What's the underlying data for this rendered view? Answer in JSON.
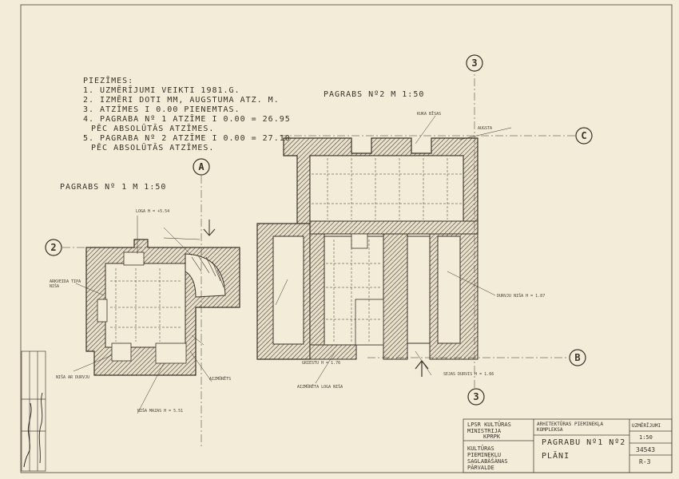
{
  "notes": {
    "heading": "PIEZĪMES:",
    "lines": [
      "1. UZMĒRĪJUMI VEIKTI 1981.G.",
      "2. IZMĒRI DOTI MM, AUGSTUMA ATZ. M.",
      "3. ATZĪMES I 0.00 PIENEMTAS.",
      "4. PAGRABA Nº 1 ATZĪME I 0.00 = 26.95",
      "PĒC ABSOLŪTĀS ATZĪMES.",
      "5. PAGRABA Nº 2 ATZĪME I 0.00 = 27.10",
      "PĒC ABSOLŪTĀS ATZĪMES."
    ]
  },
  "plans": {
    "plan1_title": "PAGRABS Nº 1  M 1:50",
    "plan2_title": "PAGRABS Nº2  M 1:50"
  },
  "axes": {
    "a": "A",
    "b": "B",
    "c": "C",
    "two": "2",
    "three": "3"
  },
  "labels": {
    "loga": "LOGA H = +5.54",
    "arkveida": "ARKVEIDA TIPA NIŠA",
    "nisa_ar_durvju": "NIŠA AR DURVJU",
    "durvju_nisa": "DURVJU NIŠA H = 1.87",
    "aizmurets": "AIZMŪRĒTS",
    "kuka": "KUKA BĪSAS",
    "augsta": "AUGSTA",
    "griestu": "GRIESTU H = 1.76",
    "sejas": "SEJAS DURVIS H = 1.66",
    "aizmurets_loga": "AIZMŪRĒTA LOGA NIŠA",
    "mazas": "NIŠA MAZAS H = 5.51"
  },
  "titleblock": {
    "org1": "LPSR KULTŪRAS MINISTRIJA",
    "org2": "KPRPK",
    "org3": "KULTŪRAS PIEMINEKĻU SAGLABĀŠANAS PĀRVALDE",
    "project": "ARHITEKTŪRAS PIEMINEKĻA KOMPLEKSA",
    "drawing_title": "PAGRABU Nº1 Nº2",
    "drawing_sub": "PLĀNI",
    "stage": "UZMĒRĪJUMI",
    "scale": "1:50",
    "number": "34543",
    "sheet": "R-3"
  }
}
